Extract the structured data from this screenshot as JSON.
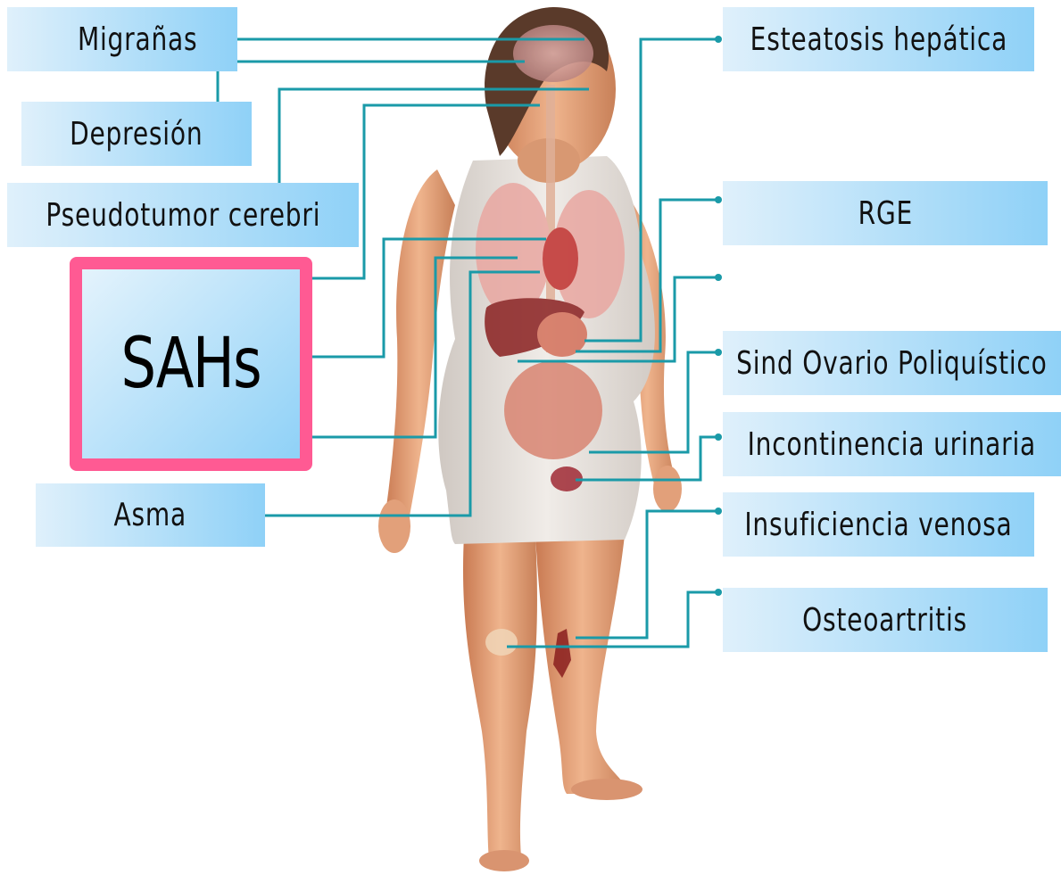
{
  "labels": {
    "migranas": "Migrañas",
    "depresion": "Depresión",
    "pseudotumor": "Pseudotumor cerebri",
    "asma": "Asma",
    "esteatosis": "Esteatosis hepática",
    "rge": "RGE",
    "ovario": "Sind Ovario Poliquístico",
    "incontinencia": "Incontinencia urinaria",
    "venosa": "Insuficiencia venosa",
    "osteoartritis": "Osteoartritis"
  },
  "central": {
    "label": "SAHs"
  },
  "colors": {
    "connector": "#1a9aa8",
    "highlight_border": "#ff5a93",
    "label_light": "#dff0fb",
    "label_dark": "#8fd1f7",
    "skin": "#e8a47c",
    "garment": "#e6e1dc",
    "hair": "#5a3a2a"
  }
}
